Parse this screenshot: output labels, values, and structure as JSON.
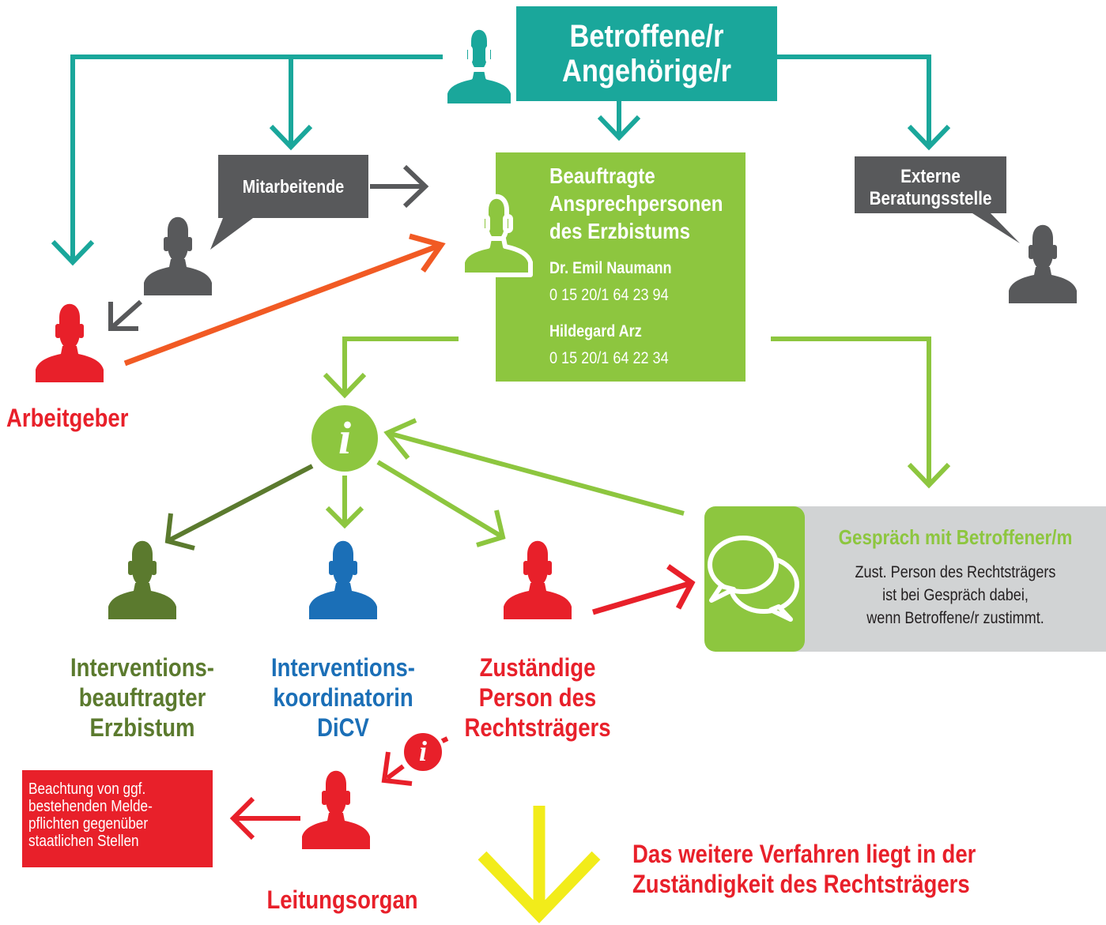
{
  "colors": {
    "teal": "#1aa79b",
    "green": "#8dc63f",
    "dark_green": "#5b7a2e",
    "blue": "#1b6fb7",
    "red": "#e8202a",
    "gray": "#58595b",
    "orange": "#f15a24",
    "yellow": "#f2ec1a",
    "light_gray": "#d1d3d4"
  },
  "top": {
    "line1": "Betroffene/r",
    "line2": "Angehörige/r"
  },
  "center": {
    "title": [
      "Beauftragte",
      "Ansprechpersonen",
      "des Erzbistums"
    ],
    "contacts": [
      {
        "name": "Dr. Emil Naumann",
        "phone": "0 15 20/1 64 23 94"
      },
      {
        "name": "Hildegard Arz",
        "phone": "0 15 20/1 64 22 34"
      }
    ]
  },
  "mitarbeitende": "Mitarbeitende",
  "extern": [
    "Externe",
    "Beratungsstelle"
  ],
  "arbeitgeber": "Arbeitgeber",
  "info_icon": "i",
  "gespraech": {
    "title": "Gespräch mit Betroffener/m",
    "lines": [
      "Zust. Person des Rechtsträgers",
      "ist bei Gespräch dabei,",
      "wenn Betroffene/r zustimmt."
    ]
  },
  "roles": [
    {
      "lines": [
        "Interventions-",
        "beauftragter",
        "Erzbistum"
      ]
    },
    {
      "lines": [
        "Interventions-",
        "koordinatorin",
        "DiCV"
      ]
    },
    {
      "lines": [
        "Zuständige",
        "Person des",
        "Rechtsträgers"
      ]
    }
  ],
  "meldepflichten": [
    "Beachtung von ggf.",
    "bestehenden Melde-",
    "pflichten gegenüber",
    "staatlichen Stellen"
  ],
  "leitungsorgan": "Leitungsorgan",
  "verfahren": [
    "Das weitere Verfahren liegt in der",
    "Zuständigkeit des Rechtsträgers"
  ]
}
